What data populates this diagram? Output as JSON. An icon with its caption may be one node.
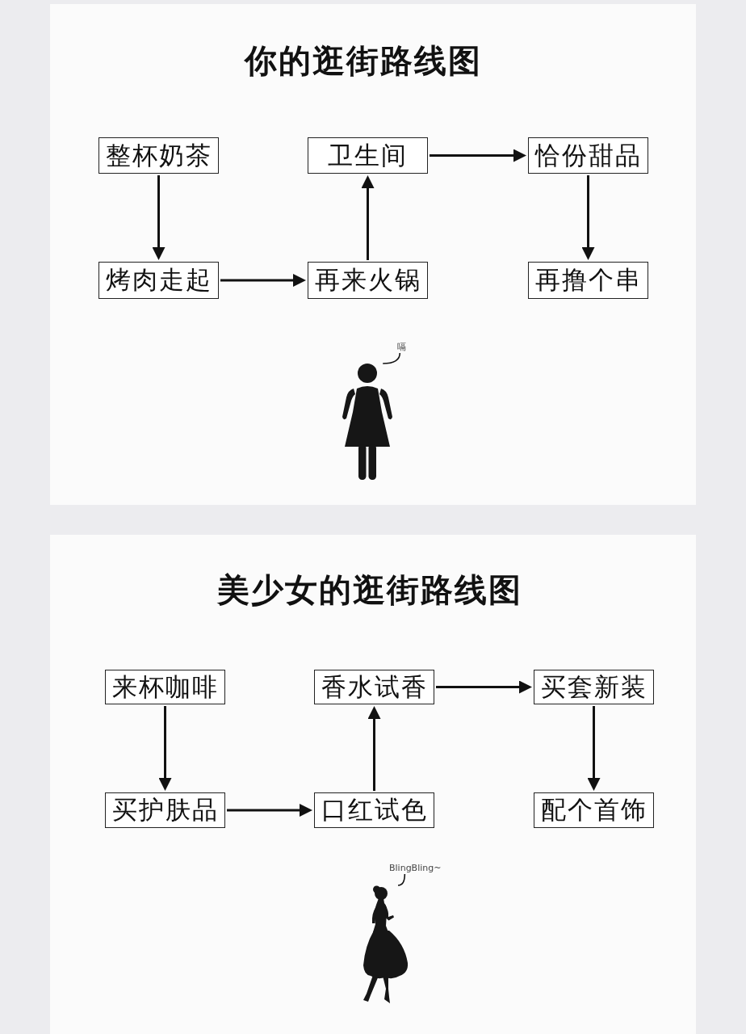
{
  "diagram": {
    "nodes": [
      {
        "text": [
          "你的逛街路线图"
        ]
      },
      {
        "text": [
          "整杯奶茶"
        ],
        "in": 0
      },
      {
        "text": [
          "卫生间"
        ],
        "in": 0
      },
      {
        "text": [
          "恰份甜品"
        ],
        "in": 0
      },
      {
        "text": [
          "烤肉走起"
        ],
        "in": 0
      },
      {
        "text": [
          "再来火锅"
        ],
        "in": 0
      },
      {
        "text": [
          "再撸个串"
        ],
        "in": 0
      },
      {
        "text": [
          "嗝"
        ],
        "in": 0
      },
      {
        "text": [],
        "shape": "person",
        "in": 0
      },
      {
        "text": [
          "美少女的逛街路线图"
        ]
      },
      {
        "text": [
          "来杯咖啡"
        ],
        "in": 9
      },
      {
        "text": [
          "香水试香"
        ],
        "in": 9
      },
      {
        "text": [
          "买套新装"
        ],
        "in": 9
      },
      {
        "text": [
          "买护肤品"
        ],
        "in": 9
      },
      {
        "text": [
          "口红试色"
        ],
        "in": 9
      },
      {
        "text": [
          "配个首饰"
        ],
        "in": 9
      },
      {
        "text": [
          "BlingBling~"
        ],
        "in": 9
      },
      {
        "text": [],
        "shape": "person",
        "in": 9
      }
    ],
    "edges": [
      {
        "from": 1,
        "to": 4,
        "arrow": "to"
      },
      {
        "from": 4,
        "to": 5,
        "arrow": "to"
      },
      {
        "from": 5,
        "to": 2,
        "arrow": "to"
      },
      {
        "from": 2,
        "to": 3,
        "arrow": "to"
      },
      {
        "from": 3,
        "to": 6,
        "arrow": "to"
      },
      {
        "from": 7,
        "to": 8,
        "arrow": "none"
      },
      {
        "from": 10,
        "to": 13,
        "arrow": "to"
      },
      {
        "from": 13,
        "to": 14,
        "arrow": "to"
      },
      {
        "from": 14,
        "to": 11,
        "arrow": "to"
      },
      {
        "from": 11,
        "to": 12,
        "arrow": "to"
      },
      {
        "from": 12,
        "to": 15,
        "arrow": "to"
      },
      {
        "from": 16,
        "to": 17,
        "arrow": "none"
      }
    ]
  }
}
